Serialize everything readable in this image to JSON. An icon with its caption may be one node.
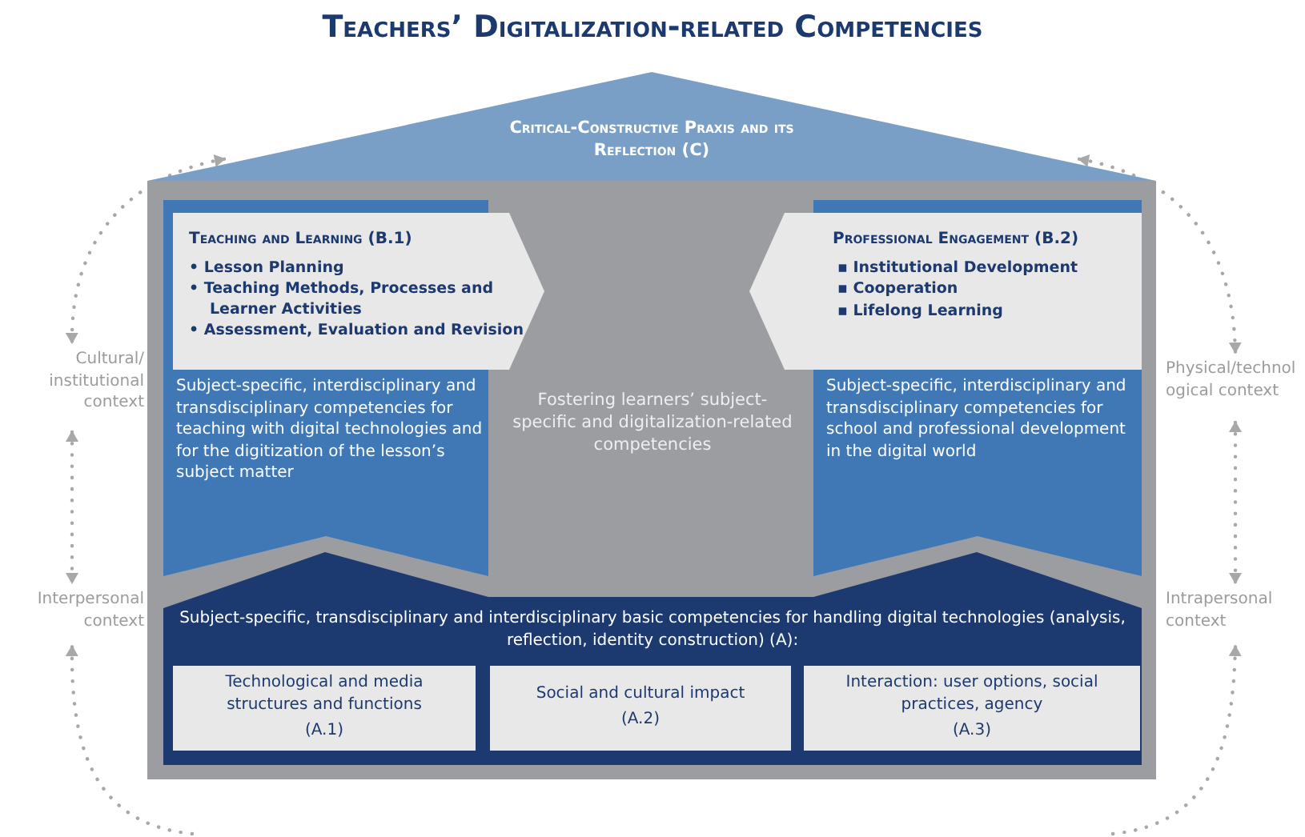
{
  "diagram": {
    "title": "Teachers’ Digitalization-related Competencies",
    "nodes": [
      {
        "text": [
          "Critical-Constructive Praxis and its Reflection (C)"
        ]
      },
      {
        "text": [
          "Fostering learners’ subject-specific and digitalization-related competencies"
        ]
      },
      {
        "text": [
          "Subject-specific, interdisciplinary and transdisciplinary competencies for teaching with digital technologies and for the digitization of the lesson’s subject matter"
        ],
        "in": 1
      },
      {
        "text": [
          "Teaching and Learning (B.1)",
          "• Lesson Planning",
          "• Teaching Methods, Processes and Learner Activities",
          "• Assessment, Evaluation and Revision"
        ],
        "in": 2
      },
      {
        "text": [
          "Subject-specific, interdisciplinary and transdisciplinary competencies for school and professional development in the digital world"
        ],
        "in": 1
      },
      {
        "text": [
          "Professional Engagement (B.2)",
          "▪ Institutional Development",
          "▪ Cooperation",
          "▪ Lifelong Learning"
        ],
        "in": 4
      },
      {
        "text": [
          "Subject-specific, transdisciplinary and interdisciplinary basic competencies for handling digital technologies (analysis, reflection, identity construction) (A):"
        ],
        "in": 1
      },
      {
        "text": [
          "Technological and media structures and functions",
          "(A.1)"
        ],
        "in": 6
      },
      {
        "text": [
          "Social and cultural impact",
          "(A.2)"
        ],
        "in": 6
      },
      {
        "text": [
          "Interaction: user options, social practices, agency",
          "(A.3)"
        ],
        "in": 6
      },
      {
        "text": [
          "Cultural/ institutional context"
        ]
      },
      {
        "text": [
          "Interpersonal context"
        ]
      },
      {
        "text": [
          "Physical/technological context"
        ]
      },
      {
        "text": [
          "Intrapersonal context"
        ]
      }
    ],
    "edges": [
      {
        "from": 0,
        "to": 10,
        "arrow": "both",
        "style": "dashed"
      },
      {
        "from": 10,
        "to": 11,
        "arrow": "both",
        "style": "dashed"
      },
      {
        "from": null,
        "to": 11,
        "arrow": "to",
        "style": "dashed"
      },
      {
        "from": 0,
        "to": 12,
        "arrow": "both",
        "style": "dashed"
      },
      {
        "from": 12,
        "to": 13,
        "arrow": "both",
        "style": "dashed"
      },
      {
        "from": null,
        "to": 13,
        "arrow": "to",
        "style": "dashed"
      }
    ]
  }
}
